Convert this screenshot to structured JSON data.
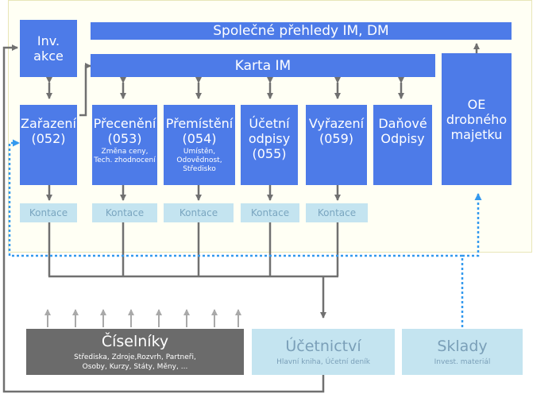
{
  "title_bar": "Společné přehledy IM, DM",
  "karta_bar": "Karta IM",
  "inv_akce": "Inv.\nakce",
  "modules": [
    {
      "title": "Zařazení\n(052)",
      "sub": ""
    },
    {
      "title": "Přecenění\n(053)",
      "sub": "Změna ceny,\nTech. zhodnocení"
    },
    {
      "title": "Přemístění\n(054)",
      "sub": "Umístěn,\nOdovědnost,\nStředisko"
    },
    {
      "title": "Účetní\nodpisy\n(055)",
      "sub": ""
    },
    {
      "title": "Vyřazení\n(059)",
      "sub": ""
    },
    {
      "title": "Daňové\nOdpisy",
      "sub": ""
    }
  ],
  "oe": "OE\ndrobného\nmajetku",
  "kontace": "Kontace",
  "ciselniky": {
    "title": "Číselníky",
    "sub": "Střediska, Zdroje,Rozvrh, Partneři,\nOsoby, Kurzy, Státy, Měny, ..."
  },
  "ucetnictvi": {
    "title": "Účetnictví",
    "sub": "Hlavní kniha, Účetní deník"
  },
  "sklady": {
    "title": "Sklady",
    "sub": "Invest. materiál"
  },
  "colors": {
    "box": "#4d7be8",
    "light": "#c4e4f0",
    "dark": "#6b6b6b",
    "line": "#707070",
    "dotted": "#3399ee"
  }
}
